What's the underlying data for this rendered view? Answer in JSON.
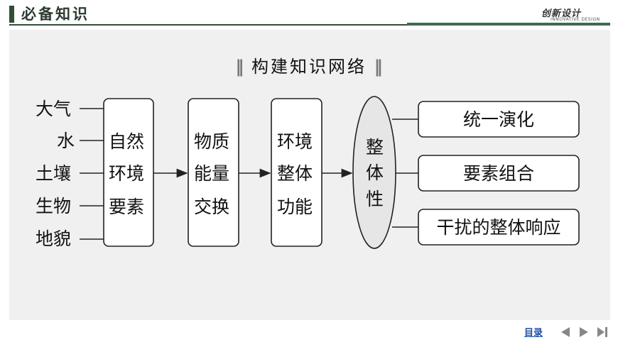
{
  "header": {
    "section_title": "必备知识",
    "brand": "创新设计",
    "brand_sub": "INNOVATIVE DESIGN"
  },
  "diagram": {
    "title": "构建知识网络",
    "elements": [
      "大气",
      "水",
      "土壤",
      "生物",
      "地貌"
    ],
    "box1": [
      "自然",
      "环境",
      "要素"
    ],
    "box2": [
      "物质",
      "能量",
      "交换"
    ],
    "box3": [
      "环境",
      "整体",
      "功能"
    ],
    "ellipse": [
      "整",
      "体",
      "性"
    ],
    "results": [
      "统一演化",
      "要素组合",
      "干扰的整体响应"
    ]
  },
  "footer": {
    "toc_label": "目录"
  },
  "colors": {
    "header_green": "#2f4f36",
    "panel_bg": "#f0f0f0",
    "link_blue": "#1f4fa8"
  }
}
